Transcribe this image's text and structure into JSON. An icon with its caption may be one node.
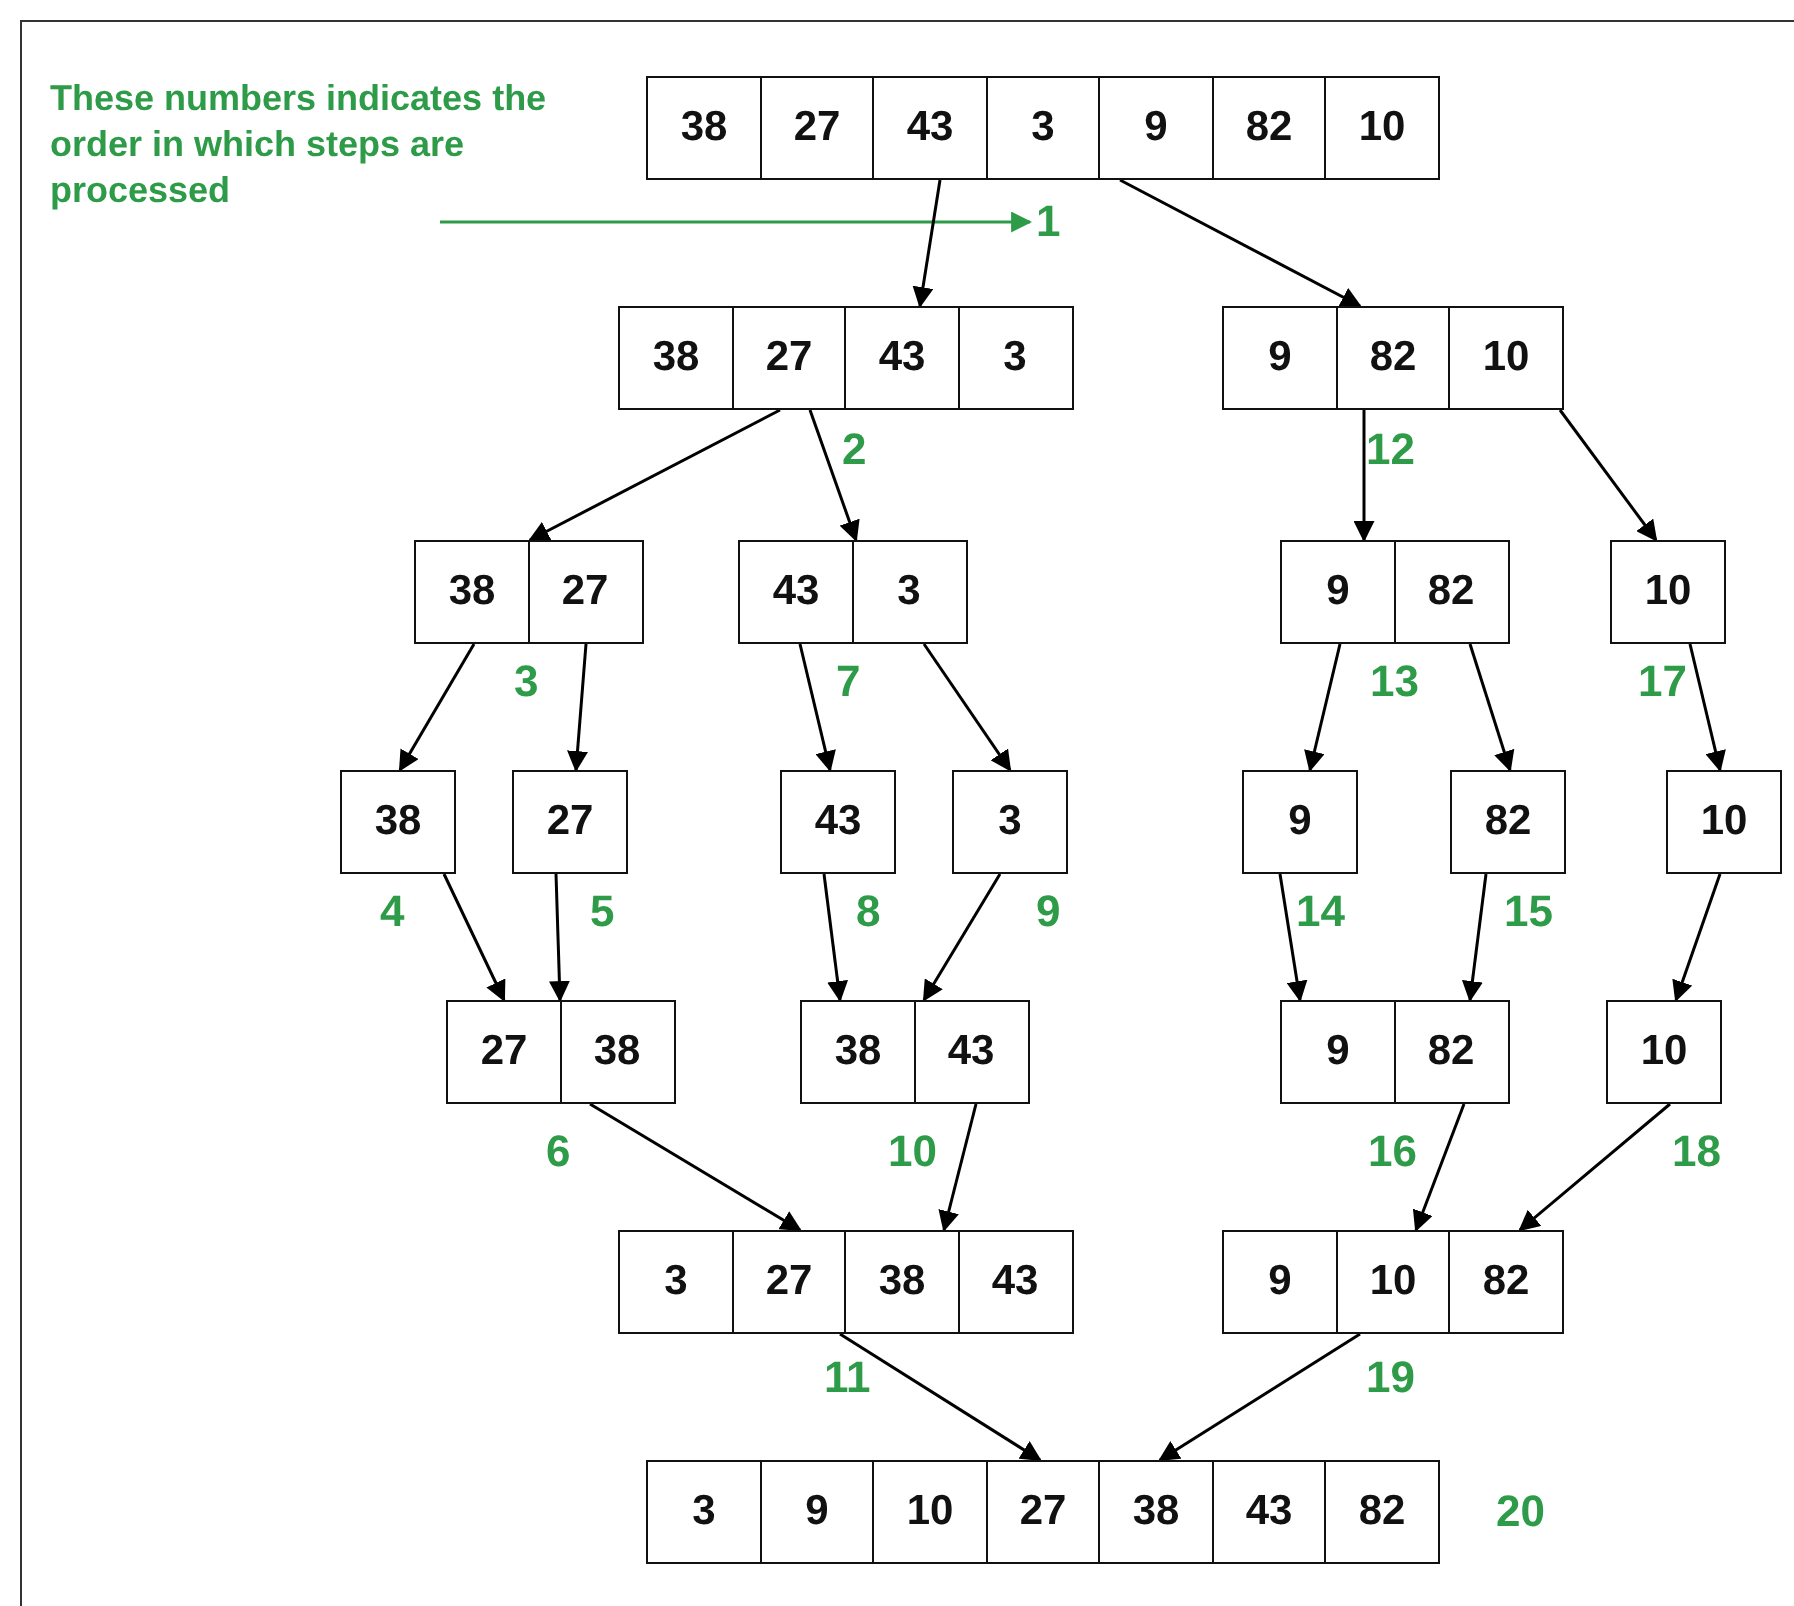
{
  "diagram": {
    "nodes": [
      {
        "text": [
          "These numbers indicates the order in which steps are processed"
        ]
      },
      {
        "text": [
          "1"
        ]
      },
      {
        "text": [
          "38",
          "27",
          "43",
          "3",
          "9",
          "82",
          "10"
        ]
      },
      {
        "text": [
          "38",
          "27",
          "43",
          "3"
        ],
        "beside": [
          "2"
        ]
      },
      {
        "text": [
          "9",
          "82",
          "10"
        ],
        "beside": [
          "12"
        ]
      },
      {
        "text": [
          "38",
          "27"
        ],
        "beside": [
          "3"
        ]
      },
      {
        "text": [
          "43",
          "3"
        ],
        "beside": [
          "7"
        ]
      },
      {
        "text": [
          "9",
          "82"
        ],
        "beside": [
          "13"
        ]
      },
      {
        "text": [
          "10"
        ],
        "beside": [
          "17"
        ]
      },
      {
        "text": [
          "38"
        ],
        "beside": [
          "4"
        ]
      },
      {
        "text": [
          "27"
        ],
        "beside": [
          "5"
        ]
      },
      {
        "text": [
          "43"
        ],
        "beside": [
          "8"
        ]
      },
      {
        "text": [
          "3"
        ],
        "beside": [
          "9"
        ]
      },
      {
        "text": [
          "9"
        ],
        "beside": [
          "14"
        ]
      },
      {
        "text": [
          "82"
        ],
        "beside": [
          "15"
        ]
      },
      {
        "text": [
          "10"
        ]
      },
      {
        "text": [
          "27",
          "38"
        ],
        "beside": [
          "6"
        ]
      },
      {
        "text": [
          "38",
          "43"
        ],
        "beside": [
          "10"
        ]
      },
      {
        "text": [
          "9",
          "82"
        ],
        "beside": [
          "16"
        ]
      },
      {
        "text": [
          "10"
        ],
        "beside": [
          "18"
        ]
      },
      {
        "text": [
          "3",
          "27",
          "38",
          "43"
        ],
        "beside": [
          "11"
        ]
      },
      {
        "text": [
          "9",
          "10",
          "82"
        ],
        "beside": [
          "19"
        ]
      },
      {
        "text": [
          "3",
          "9",
          "10",
          "27",
          "38",
          "43",
          "82"
        ],
        "beside": [
          "20"
        ]
      }
    ],
    "edges": [
      {
        "from": 0,
        "to": 1,
        "arrow": "to",
        "color": "#2e9b48"
      },
      {
        "from": 2,
        "to": 3,
        "arrow": "to"
      },
      {
        "from": 2,
        "to": 4,
        "arrow": "to"
      },
      {
        "from": 3,
        "to": 5,
        "arrow": "to"
      },
      {
        "from": 3,
        "to": 6,
        "arrow": "to"
      },
      {
        "from": 4,
        "to": 7,
        "arrow": "to"
      },
      {
        "from": 4,
        "to": 8,
        "arrow": "to"
      },
      {
        "from": 5,
        "to": 9,
        "arrow": "to"
      },
      {
        "from": 5,
        "to": 10,
        "arrow": "to"
      },
      {
        "from": 6,
        "to": 11,
        "arrow": "to"
      },
      {
        "from": 6,
        "to": 12,
        "arrow": "to"
      },
      {
        "from": 7,
        "to": 13,
        "arrow": "to"
      },
      {
        "from": 7,
        "to": 14,
        "arrow": "to"
      },
      {
        "from": 8,
        "to": 15,
        "arrow": "to"
      },
      {
        "from": 9,
        "to": 16,
        "arrow": "to"
      },
      {
        "from": 10,
        "to": 16,
        "arrow": "to"
      },
      {
        "from": 11,
        "to": 17,
        "arrow": "to"
      },
      {
        "from": 12,
        "to": 17,
        "arrow": "to"
      },
      {
        "from": 13,
        "to": 18,
        "arrow": "to"
      },
      {
        "from": 14,
        "to": 18,
        "arrow": "to"
      },
      {
        "from": 15,
        "to": 19,
        "arrow": "to"
      },
      {
        "from": 16,
        "to": 20,
        "arrow": "to"
      },
      {
        "from": 17,
        "to": 20,
        "arrow": "to"
      },
      {
        "from": 18,
        "to": 21,
        "arrow": "to"
      },
      {
        "from": 19,
        "to": 21,
        "arrow": "to"
      },
      {
        "from": 20,
        "to": 22,
        "arrow": "to"
      },
      {
        "from": 21,
        "to": 22,
        "arrow": "to"
      }
    ]
  }
}
